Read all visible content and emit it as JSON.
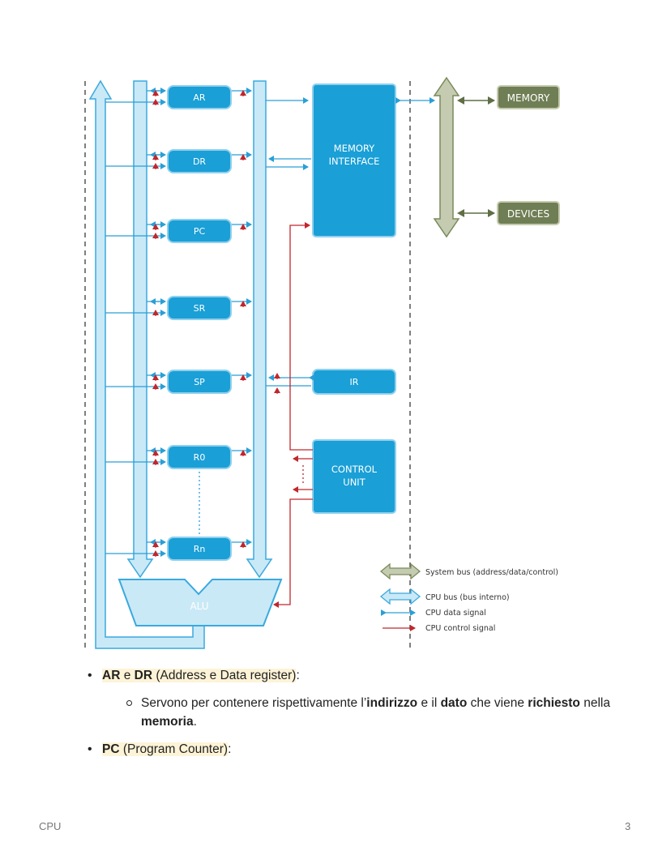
{
  "diagram": {
    "registers": [
      "AR",
      "DR",
      "PC",
      "SR",
      "SP",
      "R0",
      "Rn"
    ],
    "memory_interface": [
      "MEMORY",
      "INTERFACE"
    ],
    "ir": "IR",
    "control_unit": [
      "CONTROL",
      "UNIT"
    ],
    "alu": "ALU",
    "memory": "MEMORY",
    "devices": "DEVICES",
    "legend": {
      "system_bus": "System bus (address/data/control)",
      "cpu_bus": "CPU bus (bus interno)",
      "data_signal": "CPU data signal",
      "control_signal": "CPU control signal"
    },
    "colors": {
      "box": "#1a9fd6",
      "bus": "#c9e9f7",
      "bus_edge": "#3aa9de",
      "data": "#2a9fd6",
      "control": "#c0272d",
      "system": "#7a8a5c",
      "system_fill": "#c5cbb0"
    }
  },
  "notes": {
    "item1": {
      "bold1": "AR",
      "mid": " e ",
      "bold2": "DR",
      "rest": " (Address e Data register)",
      "colon": ":",
      "sub": {
        "t1": "Servono per contenere rispettivamente l’",
        "b1": "indirizzo",
        "t2": " e il ",
        "b2": "dato",
        "t3": " che viene ",
        "b3": "richiesto",
        "t4": " nella ",
        "b4": "memoria",
        "t5": "."
      }
    },
    "item2": {
      "bold": "PC",
      "rest": " (Program Counter)",
      "colon": ":"
    }
  },
  "footer": {
    "left": "CPU",
    "right": "3"
  }
}
